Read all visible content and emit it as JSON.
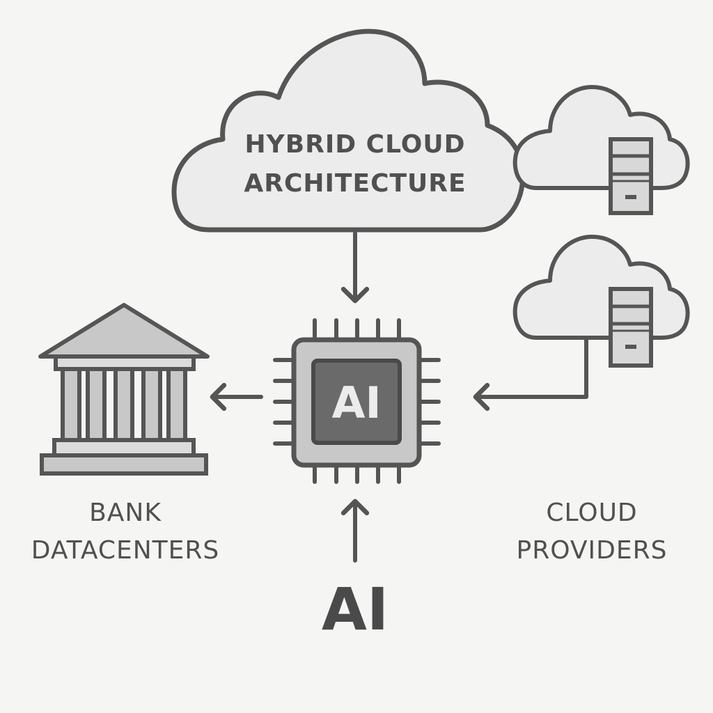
{
  "labels": {
    "cloud_title_line1": "HYBRID CLOUD",
    "cloud_title_line2": "ARCHITECTURE",
    "bank_line1": "BANK",
    "bank_line2": "DATACENTERS",
    "providers_line1": "CLOUD",
    "providers_line2": "PROVIDERS",
    "chip_label": "AI",
    "ai_source_label": "AI"
  },
  "icons": {
    "main": "cloud-icon",
    "chip": "ai-chip-icon",
    "bank": "bank-building-icon",
    "provider": "cloud-server-icon"
  },
  "colors": {
    "background": "#f5f5f3",
    "stroke": "#555555",
    "cloud_fill": "#ececec",
    "chip_outer": "#c8c8c8",
    "chip_inner": "#6a6a6a",
    "text": "#505050"
  }
}
